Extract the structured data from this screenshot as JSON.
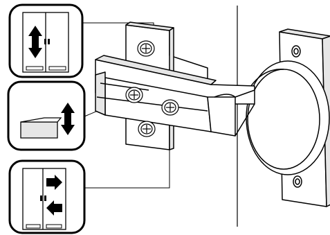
{
  "diagram": {
    "subject": "concealed-cabinet-hinge",
    "adjustments": [
      {
        "key": "vertical",
        "icon": "door-vertical-adjust-icon",
        "arrows": "up-down"
      },
      {
        "key": "depth",
        "icon": "door-depth-adjust-icon",
        "arrows": "up-down"
      },
      {
        "key": "lateral",
        "icon": "door-lateral-adjust-icon",
        "arrows": "left-right"
      }
    ],
    "colors": {
      "line": "#000000",
      "fill": "#ffffff",
      "shade": "#e6e6e6"
    }
  }
}
